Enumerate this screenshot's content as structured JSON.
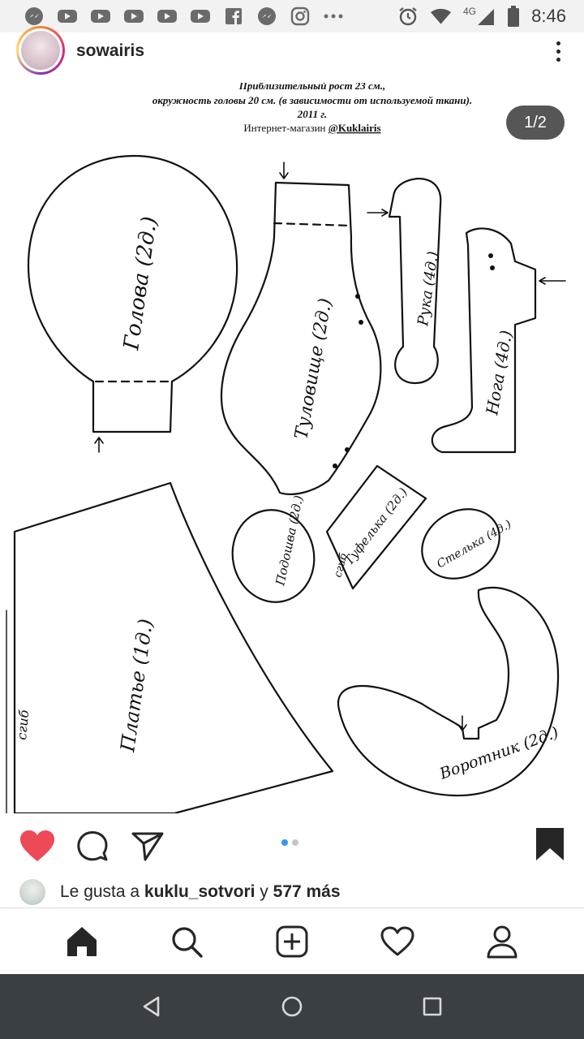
{
  "status_bar": {
    "time": "8:46",
    "network": "4G",
    "left_icons": [
      "messenger-icon",
      "youtube-icon",
      "youtube-icon",
      "youtube-icon",
      "youtube-icon",
      "youtube-icon",
      "facebook-icon",
      "messenger-icon",
      "instagram-icon",
      "more-dots-icon"
    ],
    "right_icons": [
      "alarm-icon",
      "wifi-icon",
      "signal-icon",
      "battery-icon"
    ]
  },
  "post": {
    "username": "sowairis",
    "carousel_counter": "1/2",
    "image": {
      "header_lines": [
        "Приблизительный рост 23 см.,",
        "окружность головы 20 см. (в зависимости от используемой ткани).",
        "2011 г.",
        "Интернет-магазин "
      ],
      "shop_link": "@Kuklairis",
      "pattern_labels": {
        "head": "Голова (2д.)",
        "body": "Туловище (2д.)",
        "arm": "Рука (4д.)",
        "leg": "Нога (4д.)",
        "dress": "Платье (1д.)",
        "fold": "сгиб",
        "fold2": "сгиб",
        "sole": "Подошва (2д.)",
        "shoe_strap": "Туфелька (2д.)",
        "insole": "Стелька (4д.)",
        "collar": "Воротник (2д.)"
      }
    },
    "likes": {
      "prefix": "Le gusta a ",
      "user": "kuklu_sotvori",
      "middle": " y ",
      "count": "577 más"
    }
  },
  "actions": [
    "like-filled-heart-icon",
    "comment-icon",
    "share-icon",
    "bookmark-icon"
  ],
  "colors": {
    "like_red": "#ed4956",
    "carousel_active": "#3897f0",
    "android_nav_bg": "#3a3f44"
  },
  "bottom_nav": [
    "home-icon",
    "search-icon",
    "add-post-icon",
    "activity-heart-icon",
    "profile-icon"
  ],
  "android_nav": [
    "back-icon",
    "home-circle-icon",
    "recents-icon"
  ]
}
